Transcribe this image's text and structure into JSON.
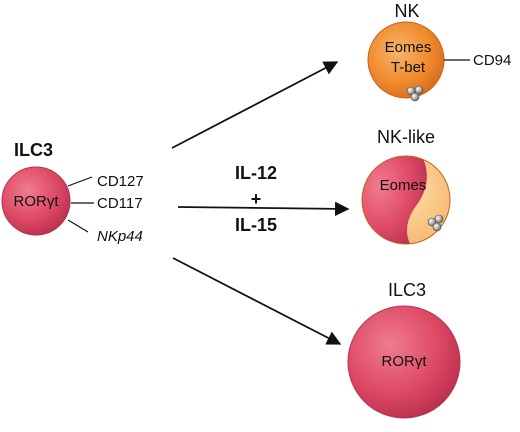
{
  "source_cell": {
    "title": "ILC3",
    "nucleus_label": "RORγt",
    "markers": [
      "CD127",
      "CD117",
      "NKp44"
    ]
  },
  "treatment": {
    "line1": "IL-12",
    "plus": "+",
    "line2": "IL-15"
  },
  "nk_cell": {
    "title": "NK",
    "labels": [
      "Eomes",
      "T-bet"
    ],
    "marker": "CD94"
  },
  "nk_like_cell": {
    "title": "NK-like",
    "label": "Eomes"
  },
  "ilc3_cell": {
    "title": "ILC3",
    "label": "RORγt"
  },
  "colors": {
    "red_cell": "#e0506a",
    "orange_cell": "#f08a2c",
    "arrow": "#111111"
  }
}
